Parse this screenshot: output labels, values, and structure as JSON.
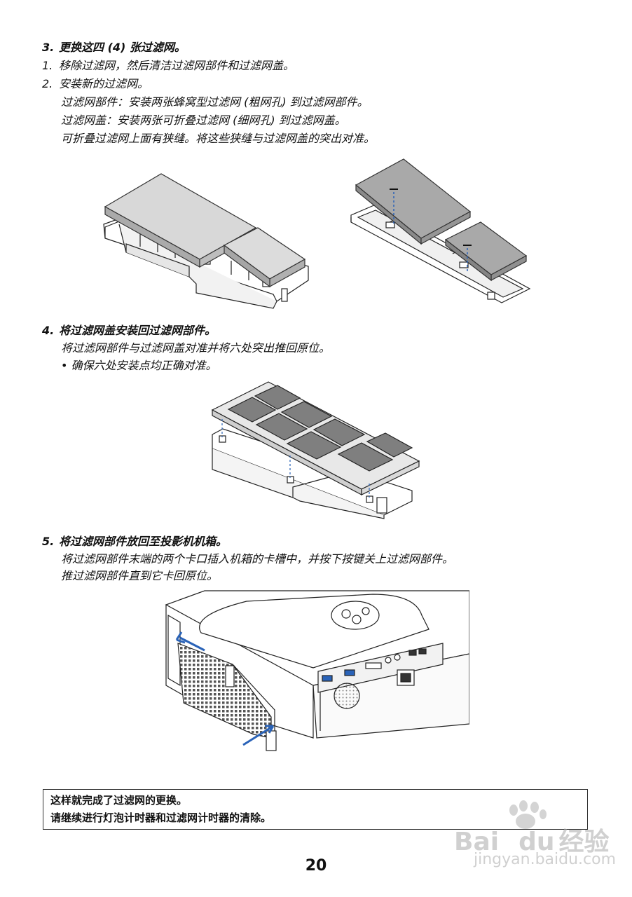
{
  "step3": {
    "num": "3.",
    "title": "更换这四 (4) 张过滤网。",
    "sub1_num": "1.",
    "sub1": "移除过滤网，然后清洁过滤网部件和过滤网盖。",
    "sub2_num": "2.",
    "sub2": "安装新的过滤网。",
    "sub2_line1": "过滤网部件：安装两张蜂窝型过滤网 (粗网孔) 到过滤网部件。",
    "sub2_line2": "过滤网盖：安装两张可折叠过滤网 (细网孔) 到过滤网盖。",
    "sub2_line3": "可折叠过滤网上面有狭缝。将这些狭缝与过滤网盖的突出对准。"
  },
  "step4": {
    "num": "4.",
    "title": "将过滤网盖安装回过滤网部件。",
    "line1": "将过滤网部件与过滤网盖对准并将六处突出推回原位。",
    "line2": "• 确保六处安装点均正确对准。"
  },
  "step5": {
    "num": "5.",
    "title": "将过滤网部件放回至投影机机箱。",
    "line1": "将过滤网部件末端的两个卡口插入机箱的卡槽中，并按下按键关上过滤网部件。",
    "line2": "推过滤网部件直到它卡回原位。"
  },
  "note": {
    "line1": "这样就完成了过滤网的更换。",
    "line2": "请继续进行灯泡计时器和过滤网计时器的清除。"
  },
  "page_number": "20",
  "watermark": {
    "brand": "Bai",
    "brand2": "du",
    "cn": "经验",
    "url": "jingyan.baidu.com"
  },
  "colors": {
    "accent_blue": "#2a63b8",
    "filter_gray": "#a8a8a8",
    "outline": "#222222"
  }
}
